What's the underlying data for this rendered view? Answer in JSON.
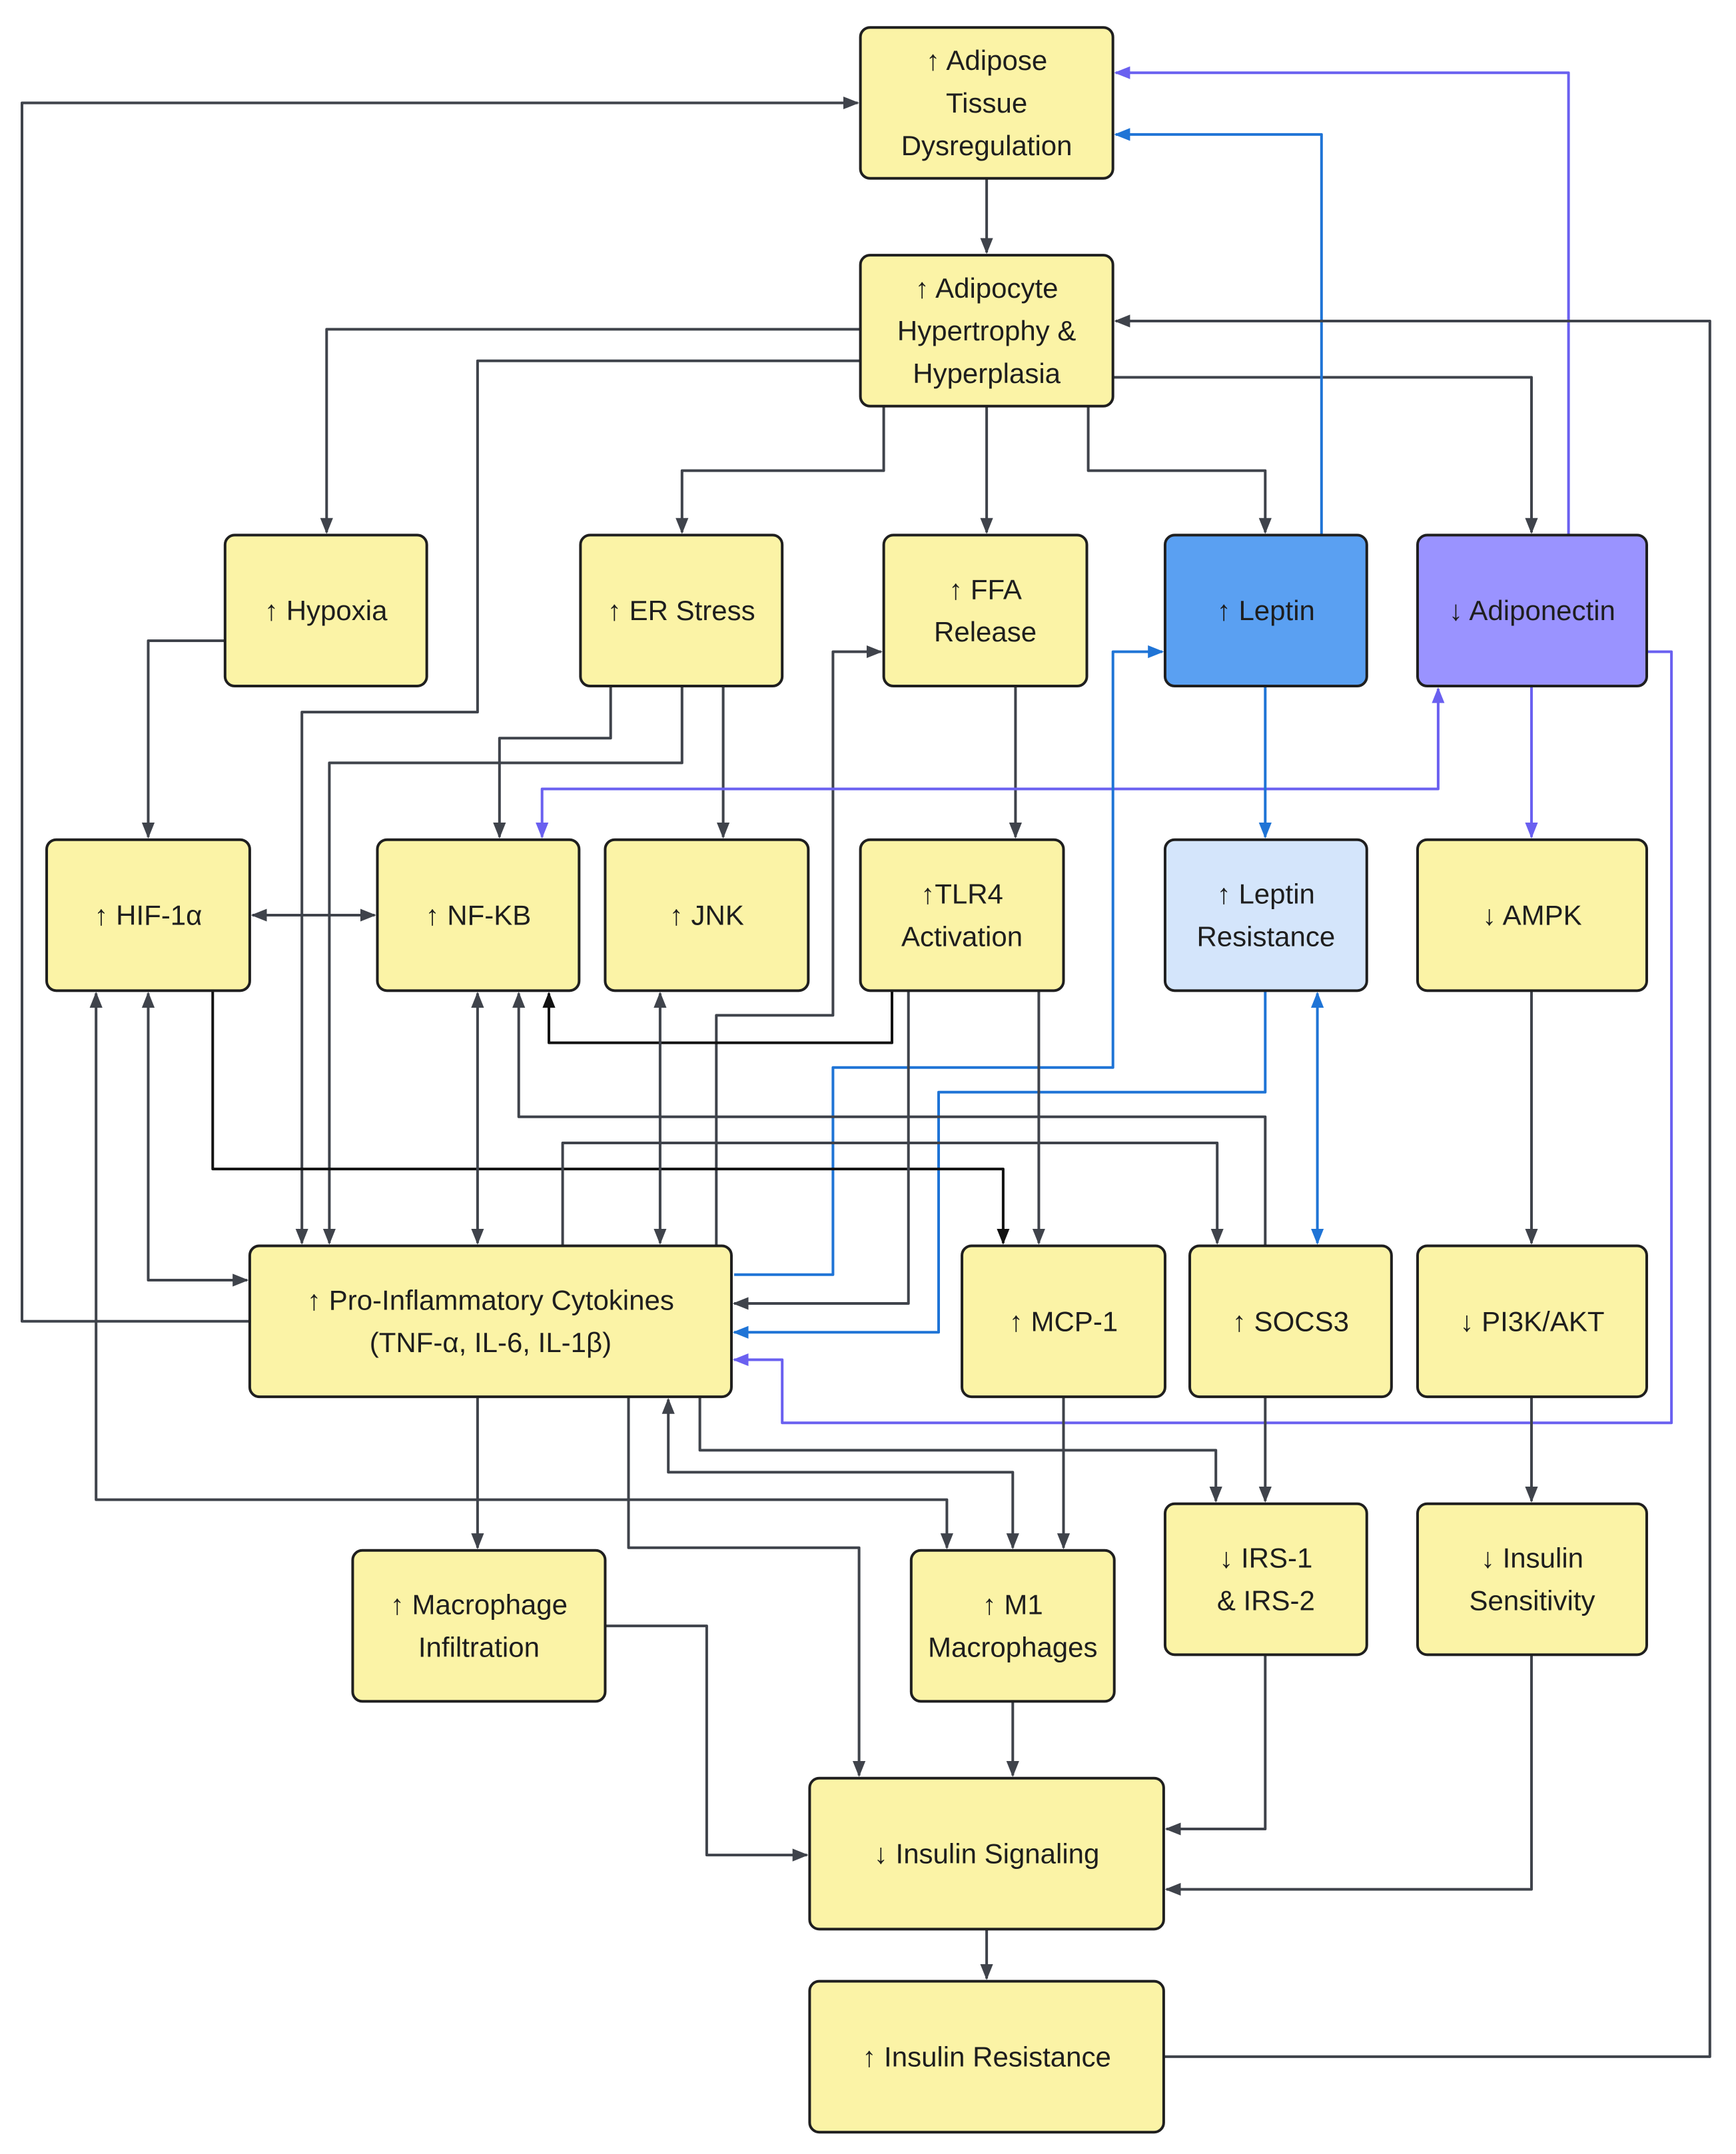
{
  "colors": {
    "node_default": "#fbf3a6",
    "leptin": "#5aa0f2",
    "adiponectin": "#9a93ff",
    "leptin_resistance": "#d4e5fb",
    "edge_dark": "#3f434b",
    "edge_black": "#111111",
    "edge_blue": "#1f74d6",
    "edge_purple": "#6a60f0"
  },
  "nodes": {
    "adipose_tissue_dysregulation": {
      "lines": [
        "↑ Adipose",
        "Tissue",
        "Dysregulation"
      ]
    },
    "adipocyte_hypertrophy": {
      "lines": [
        "↑ Adipocyte",
        "Hypertrophy &",
        "Hyperplasia"
      ]
    },
    "hypoxia": {
      "lines": [
        "↑ Hypoxia"
      ]
    },
    "er_stress": {
      "lines": [
        "↑ ER Stress"
      ]
    },
    "ffa_release": {
      "lines": [
        "↑ FFA",
        "Release"
      ]
    },
    "leptin": {
      "lines": [
        "↑ Leptin"
      ]
    },
    "adiponectin": {
      "lines": [
        "↓ Adiponectin"
      ]
    },
    "hif1a": {
      "lines": [
        "↑ HIF-1α"
      ]
    },
    "nfkb": {
      "lines": [
        "↑ NF-KB"
      ]
    },
    "jnk": {
      "lines": [
        "↑ JNK"
      ]
    },
    "tlr4": {
      "lines": [
        "↑TLR4",
        "Activation"
      ]
    },
    "leptin_resistance": {
      "lines": [
        "↑ Leptin",
        "Resistance"
      ]
    },
    "ampk": {
      "lines": [
        "↓ AMPK"
      ]
    },
    "cytokines": {
      "lines": [
        "↑ Pro-Inflammatory Cytokines",
        "(TNF-α, IL-6, IL-1β)"
      ]
    },
    "mcp1": {
      "lines": [
        "↑ MCP-1"
      ]
    },
    "socs3": {
      "lines": [
        "↑ SOCS3"
      ]
    },
    "pi3k_akt": {
      "lines": [
        "↓ PI3K/AKT"
      ]
    },
    "macrophage_infiltration": {
      "lines": [
        "↑ Macrophage",
        "Infiltration"
      ]
    },
    "m1_macrophages": {
      "lines": [
        "↑ M1",
        "Macrophages"
      ]
    },
    "irs": {
      "lines": [
        "↓ IRS-1",
        "& IRS-2"
      ]
    },
    "insulin_sensitivity": {
      "lines": [
        "↓ Insulin",
        "Sensitivity"
      ]
    },
    "insulin_signaling": {
      "lines": [
        "↓ Insulin Signaling"
      ]
    },
    "insulin_resistance": {
      "lines": [
        "↑ Insulin Resistance"
      ]
    }
  },
  "edges": [
    {
      "from": "adipose_tissue_dysregulation",
      "to": "adipocyte_hypertrophy",
      "color": "edge_dark"
    },
    {
      "from": "adipocyte_hypertrophy",
      "to": "hypoxia",
      "color": "edge_dark"
    },
    {
      "from": "adipocyte_hypertrophy",
      "to": "cytokines",
      "color": "edge_dark"
    },
    {
      "from": "adipocyte_hypertrophy",
      "to": "er_stress",
      "color": "edge_dark"
    },
    {
      "from": "adipocyte_hypertrophy",
      "to": "ffa_release",
      "color": "edge_dark"
    },
    {
      "from": "adipocyte_hypertrophy",
      "to": "leptin",
      "color": "edge_dark"
    },
    {
      "from": "adipocyte_hypertrophy",
      "to": "adiponectin",
      "color": "edge_dark"
    },
    {
      "from": "leptin",
      "to": "adipose_tissue_dysregulation",
      "color": "edge_blue"
    },
    {
      "from": "adiponectin",
      "to": "adipose_tissue_dysregulation",
      "color": "edge_purple"
    },
    {
      "from": "cytokines",
      "to": "adipose_tissue_dysregulation",
      "color": "edge_dark"
    },
    {
      "from": "hypoxia",
      "to": "hif1a",
      "color": "edge_dark"
    },
    {
      "from": "er_stress",
      "to": "nfkb",
      "color": "edge_dark"
    },
    {
      "from": "er_stress",
      "to": "jnk",
      "color": "edge_dark"
    },
    {
      "from": "er_stress",
      "to": "cytokines",
      "color": "edge_dark"
    },
    {
      "from": "ffa_release",
      "to": "tlr4",
      "color": "edge_dark"
    },
    {
      "from": "cytokines",
      "to": "ffa_release",
      "color": "edge_dark"
    },
    {
      "from": "adiponectin",
      "to": "nfkb",
      "color": "edge_purple",
      "bidirectional": true
    },
    {
      "from": "adiponectin",
      "to": "ampk",
      "color": "edge_purple"
    },
    {
      "from": "adiponectin",
      "to": "cytokines",
      "color": "edge_purple"
    },
    {
      "from": "leptin",
      "to": "leptin_resistance",
      "color": "edge_blue"
    },
    {
      "from": "cytokines",
      "to": "leptin",
      "color": "edge_blue"
    },
    {
      "from": "leptin_resistance",
      "to": "cytokines",
      "color": "edge_blue"
    },
    {
      "from": "leptin_resistance",
      "to": "socs3",
      "color": "edge_blue",
      "bidirectional": true
    },
    {
      "from": "hif1a",
      "to": "nfkb",
      "color": "edge_dark",
      "bidirectional": true
    },
    {
      "from": "hif1a",
      "to": "cytokines",
      "color": "edge_dark",
      "bidirectional": true
    },
    {
      "from": "hif1a",
      "to": "m1_macrophages",
      "color": "edge_dark",
      "bidirectional": true
    },
    {
      "from": "hif1a",
      "to": "mcp1",
      "color": "edge_black"
    },
    {
      "from": "tlr4",
      "to": "nfkb",
      "color": "edge_black"
    },
    {
      "from": "tlr4",
      "to": "cytokines",
      "color": "edge_dark"
    },
    {
      "from": "tlr4",
      "to": "mcp1",
      "color": "edge_dark"
    },
    {
      "from": "nfkb",
      "to": "cytokines",
      "color": "edge_dark",
      "bidirectional": true
    },
    {
      "from": "jnk",
      "to": "cytokines",
      "color": "edge_dark",
      "bidirectional": true
    },
    {
      "from": "socs3",
      "to": "nfkb",
      "color": "edge_dark"
    },
    {
      "from": "cytokines",
      "to": "socs3",
      "color": "edge_dark"
    },
    {
      "from": "ampk",
      "to": "pi3k_akt",
      "color": "edge_dark"
    },
    {
      "from": "pi3k_akt",
      "to": "insulin_sensitivity",
      "color": "edge_dark"
    },
    {
      "from": "cytokines",
      "to": "macrophage_infiltration",
      "color": "edge_dark"
    },
    {
      "from": "cytokines",
      "to": "m1_macrophages",
      "color": "edge_dark",
      "bidirectional": true
    },
    {
      "from": "cytokines",
      "to": "irs",
      "color": "edge_dark"
    },
    {
      "from": "cytokines",
      "to": "insulin_signaling",
      "color": "edge_dark"
    },
    {
      "from": "mcp1",
      "to": "m1_macrophages",
      "color": "edge_dark"
    },
    {
      "from": "socs3",
      "to": "irs",
      "color": "edge_dark"
    },
    {
      "from": "macrophage_infiltration",
      "to": "insulin_signaling",
      "color": "edge_dark"
    },
    {
      "from": "m1_macrophages",
      "to": "insulin_signaling",
      "color": "edge_dark"
    },
    {
      "from": "irs",
      "to": "insulin_signaling",
      "color": "edge_dark"
    },
    {
      "from": "insulin_sensitivity",
      "to": "insulin_signaling",
      "color": "edge_dark"
    },
    {
      "from": "insulin_signaling",
      "to": "insulin_resistance",
      "color": "edge_dark"
    },
    {
      "from": "insulin_resistance",
      "to": "adipocyte_hypertrophy",
      "color": "edge_dark"
    }
  ]
}
